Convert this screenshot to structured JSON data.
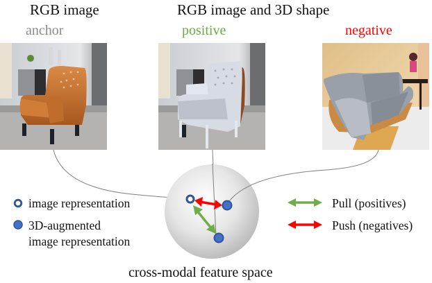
{
  "headers": {
    "left": "RGB image",
    "right": "RGB image and 3D shape"
  },
  "samples": [
    {
      "role": "anchor",
      "label": "anchor",
      "color": "#8a8a8a",
      "image": "leather-armchair-photo"
    },
    {
      "role": "positive",
      "label": "positive",
      "color": "#6aaa3f",
      "image": "armchair-with-3d-shape-overlay"
    },
    {
      "role": "negative",
      "label": "negative",
      "color": "#ff0000",
      "image": "sofa-with-3d-shape-overlay"
    }
  ],
  "legend_left": [
    {
      "icon": "hollow-circle",
      "label": "image representation"
    },
    {
      "icon": "filled-circle",
      "label_line1": "3D-augmented",
      "label_line2": "image representation"
    }
  ],
  "legend_right": [
    {
      "icon": "green-double-arrow",
      "label": "Pull (positives)",
      "color": "#70ad47"
    },
    {
      "icon": "red-double-arrow",
      "label": "Push (negatives)",
      "color": "#ff0000"
    }
  ],
  "caption": "cross-modal feature space",
  "colors": {
    "point_blue": "#2f5597",
    "point_fill": "#4472c4",
    "pull": "#70ad47",
    "push": "#ff0000"
  }
}
